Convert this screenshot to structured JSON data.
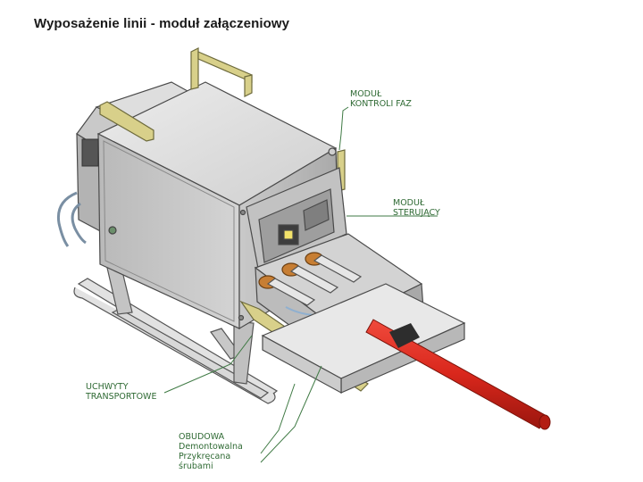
{
  "title": "Wyposażenie linii - moduł załączeniowy",
  "labels": {
    "phase_control": [
      "MODUŁ",
      "KONTROLI FAZ"
    ],
    "control_module": [
      "MODUŁ",
      "STERUJĄCY"
    ],
    "transport_handles": [
      "UCHWYTY",
      "TRANSPORTOWE"
    ],
    "housing": [
      "OBUDOWA",
      "Demontowalna",
      "Przykręcana",
      "śrubami"
    ]
  },
  "colors": {
    "leader": "#3f7a44",
    "label_text": "#2f6a34",
    "handle": "#d8d08a",
    "red_rod": "#d9271c",
    "panel": "#d7d7d7",
    "panel_dark": "#9b9b9b"
  }
}
